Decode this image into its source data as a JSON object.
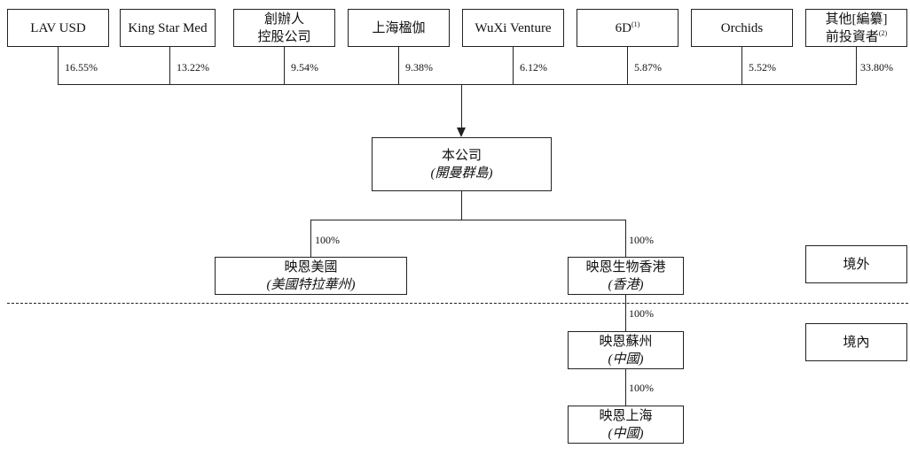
{
  "shareholders": [
    {
      "name": "LAV USD",
      "pct": "16.55%"
    },
    {
      "name": "King Star Med",
      "pct": "13.22%"
    },
    {
      "name_line1": "創辦人",
      "name_line2": "控股公司",
      "pct": "9.54%"
    },
    {
      "name": "上海楹伽",
      "pct": "9.38%"
    },
    {
      "name": "WuXi Venture",
      "pct": "6.12%"
    },
    {
      "name": "6D",
      "note": "(1)",
      "pct": "5.87%"
    },
    {
      "name": "Orchids",
      "pct": "5.52%"
    },
    {
      "name_line1": "其他[編纂]",
      "name_line2": "前投資者",
      "note": "(2)",
      "pct": "33.80%"
    }
  ],
  "company": {
    "name": "本公司",
    "sub": "(開曼群島)"
  },
  "subsidiaries": {
    "us": {
      "name": "映恩美國",
      "sub": "(美國特拉華州)",
      "pct": "100%"
    },
    "hk": {
      "name": "映恩生物香港",
      "sub": "(香港)",
      "pct": "100%"
    },
    "suzhou": {
      "name": "映恩蘇州",
      "sub": "(中國)",
      "pct": "100%"
    },
    "shanghai": {
      "name": "映恩上海",
      "sub": "(中國)",
      "pct": "100%"
    }
  },
  "regions": {
    "offshore": "境外",
    "onshore": "境內"
  }
}
